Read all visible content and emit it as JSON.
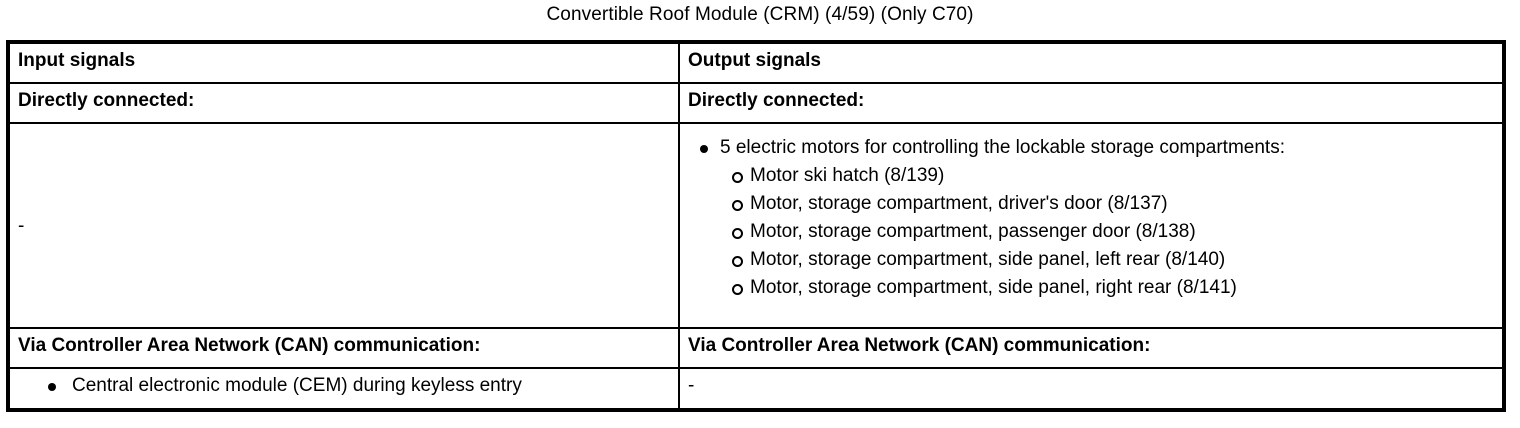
{
  "title": "Convertible Roof Module (CRM) (4/59) (Only C70)",
  "table": {
    "headers": {
      "input": "Input signals",
      "output": "Output signals"
    },
    "directly_connected": {
      "input_label": "Directly connected:",
      "output_label": "Directly connected:",
      "input_value": "-",
      "output_list": [
        {
          "level": 1,
          "text": "5 electric motors for controlling the lockable storage compartments:"
        },
        {
          "level": 2,
          "text": "Motor ski hatch (8/139)"
        },
        {
          "level": 2,
          "text": "Motor, storage compartment, driver's door (8/137)"
        },
        {
          "level": 2,
          "text": "Motor, storage compartment, passenger door (8/138)"
        },
        {
          "level": 2,
          "text": "Motor, storage compartment, side panel, left rear (8/140)"
        },
        {
          "level": 2,
          "text": "Motor, storage compartment, side panel, right rear (8/141)"
        }
      ]
    },
    "can_communication": {
      "input_label": "Via Controller Area Network (CAN) communication:",
      "output_label": "Via Controller Area Network (CAN) communication:",
      "input_list": [
        {
          "level": 1,
          "text": "Central electronic module (CEM) during keyless entry"
        }
      ],
      "output_value": "-"
    }
  },
  "colors": {
    "text": "#000000",
    "background": "#ffffff",
    "border": "#000000"
  }
}
